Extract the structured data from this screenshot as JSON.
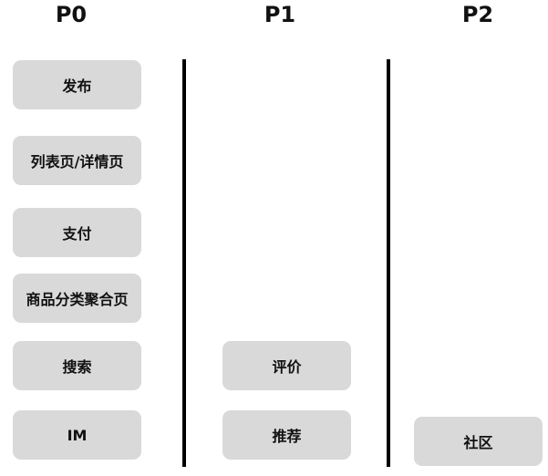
{
  "columns": [
    {
      "title": "P0",
      "items": [
        "发布",
        "列表页/详情页",
        "支付",
        "商品分类聚合页",
        "搜索",
        "IM"
      ]
    },
    {
      "title": "P1",
      "items": [
        "评价",
        "推荐"
      ]
    },
    {
      "title": "P2",
      "items": [
        "社区"
      ]
    }
  ],
  "colors": {
    "box_fill": "#d9d9d9",
    "divider": "#000000",
    "text": "#111111",
    "background": "#ffffff"
  }
}
